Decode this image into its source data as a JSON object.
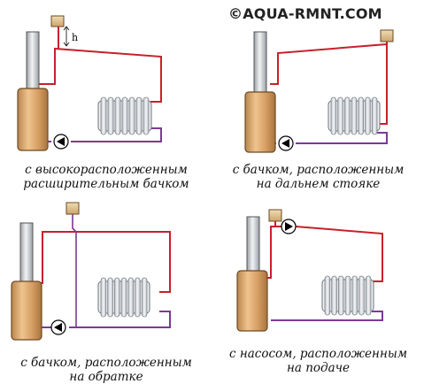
{
  "watermark": "©AQUA-RMNT.COM",
  "colors": {
    "supply": "#c8202a",
    "return": "#7b3a96",
    "boiler": "#d9a067",
    "tank": "#e8cfa0",
    "chimney": "#cfd2d6",
    "radiator": "#dfe3e7"
  },
  "panels": [
    {
      "key": "high-tank",
      "caption_line1": "с высокорасположенным",
      "caption_line2": "расширительным бачком",
      "height_label": "h"
    },
    {
      "key": "far-riser",
      "caption_line1": "с бачком, расположенным",
      "caption_line2": "на дальнем стояке"
    },
    {
      "key": "return-tank",
      "caption_line1": "с бачком, расположенным",
      "caption_line2": "на обратке"
    },
    {
      "key": "supply-pump",
      "caption_line1": "с насосом, расположенным",
      "caption_line2": "на подаче"
    }
  ]
}
